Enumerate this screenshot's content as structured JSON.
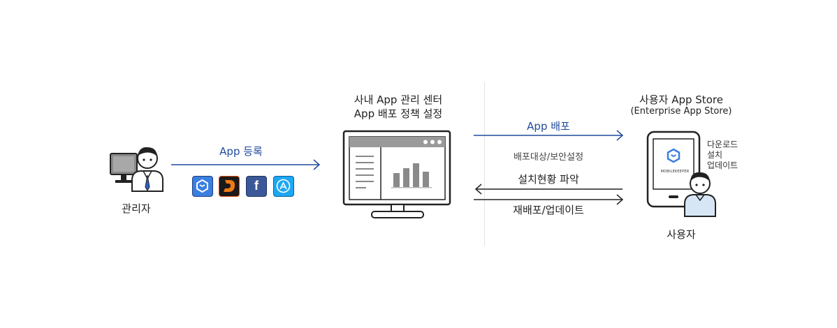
{
  "admin": {
    "label": "관리자"
  },
  "register": {
    "label": "App 등록"
  },
  "app_icons": [
    {
      "name": "mobilekeeper-icon",
      "color": "#3b7fe0"
    },
    {
      "name": "d-logo-icon",
      "color": "#e8470b"
    },
    {
      "name": "facebook-icon",
      "glyph": "f",
      "color": "#3b5998"
    },
    {
      "name": "appstore-icon",
      "color": "#1ea7f2"
    }
  ],
  "center": {
    "title_line1": "사내 App 관리 센터",
    "title_line2": "App 배포 정책 설정"
  },
  "deploy": {
    "label": "App 배포",
    "sub": "배포대상/보안설정"
  },
  "status": {
    "label": "설치현황 파악"
  },
  "redeploy": {
    "label": "재배포/업데이트"
  },
  "store": {
    "title_line1": "사용자 App Store",
    "title_line2": "(Enterprise App Store)"
  },
  "tablet": {
    "app_name": "MOBILEKEEPER"
  },
  "actions": {
    "line1": "다운로드",
    "line2": "설치",
    "line3": "업데이트"
  },
  "user": {
    "label": "사용자"
  },
  "colors": {
    "accent": "#1f4a9c",
    "line": "#222222"
  }
}
